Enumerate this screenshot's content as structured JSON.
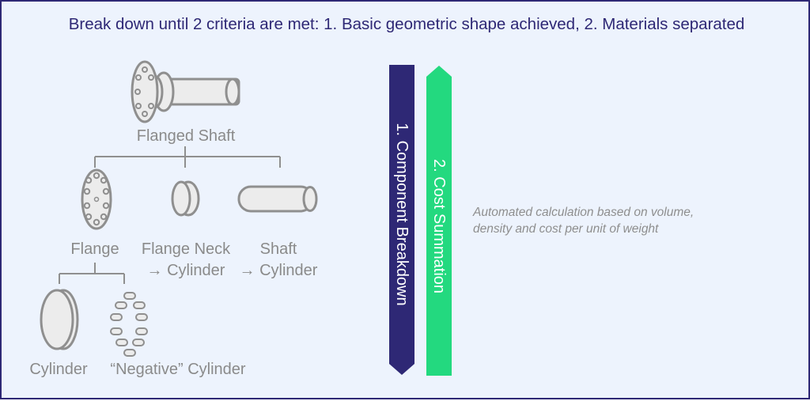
{
  "header": {
    "title": "Break down until 2 criteria are met: 1. Basic geometric shape achieved, 2. Materials separated"
  },
  "tree": {
    "root": {
      "label": "Flanged Shaft",
      "icon": "flanged-shaft-icon"
    },
    "level1": [
      {
        "line1": "Flange",
        "line2": "",
        "icon": "flange-icon"
      },
      {
        "line1": "Flange Neck",
        "line2": "→ Cylinder",
        "icon": "flange-neck-cylinder-icon"
      },
      {
        "line1": "Shaft",
        "line2": "→ Cylinder",
        "icon": "shaft-cylinder-icon"
      }
    ],
    "level2": [
      {
        "label": "Cylinder",
        "icon": "cylinder-disc-icon"
      },
      {
        "label": "“Negative” Cylinder",
        "icon": "negative-cylinders-icon"
      }
    ]
  },
  "arrows": [
    {
      "label": "1. Component Breakdown",
      "direction": "down",
      "color": "#2e2875"
    },
    {
      "label": "2. Cost Summation",
      "direction": "up",
      "color": "#23d97f"
    }
  ],
  "note": {
    "line1": "Automated calculation based on volume,",
    "line2": "density and cost per unit of weight"
  },
  "colors": {
    "border": "#2e2875",
    "background": "#edf3fd",
    "shape_fill": "#ececec",
    "shape_stroke": "#8f8f8f"
  }
}
